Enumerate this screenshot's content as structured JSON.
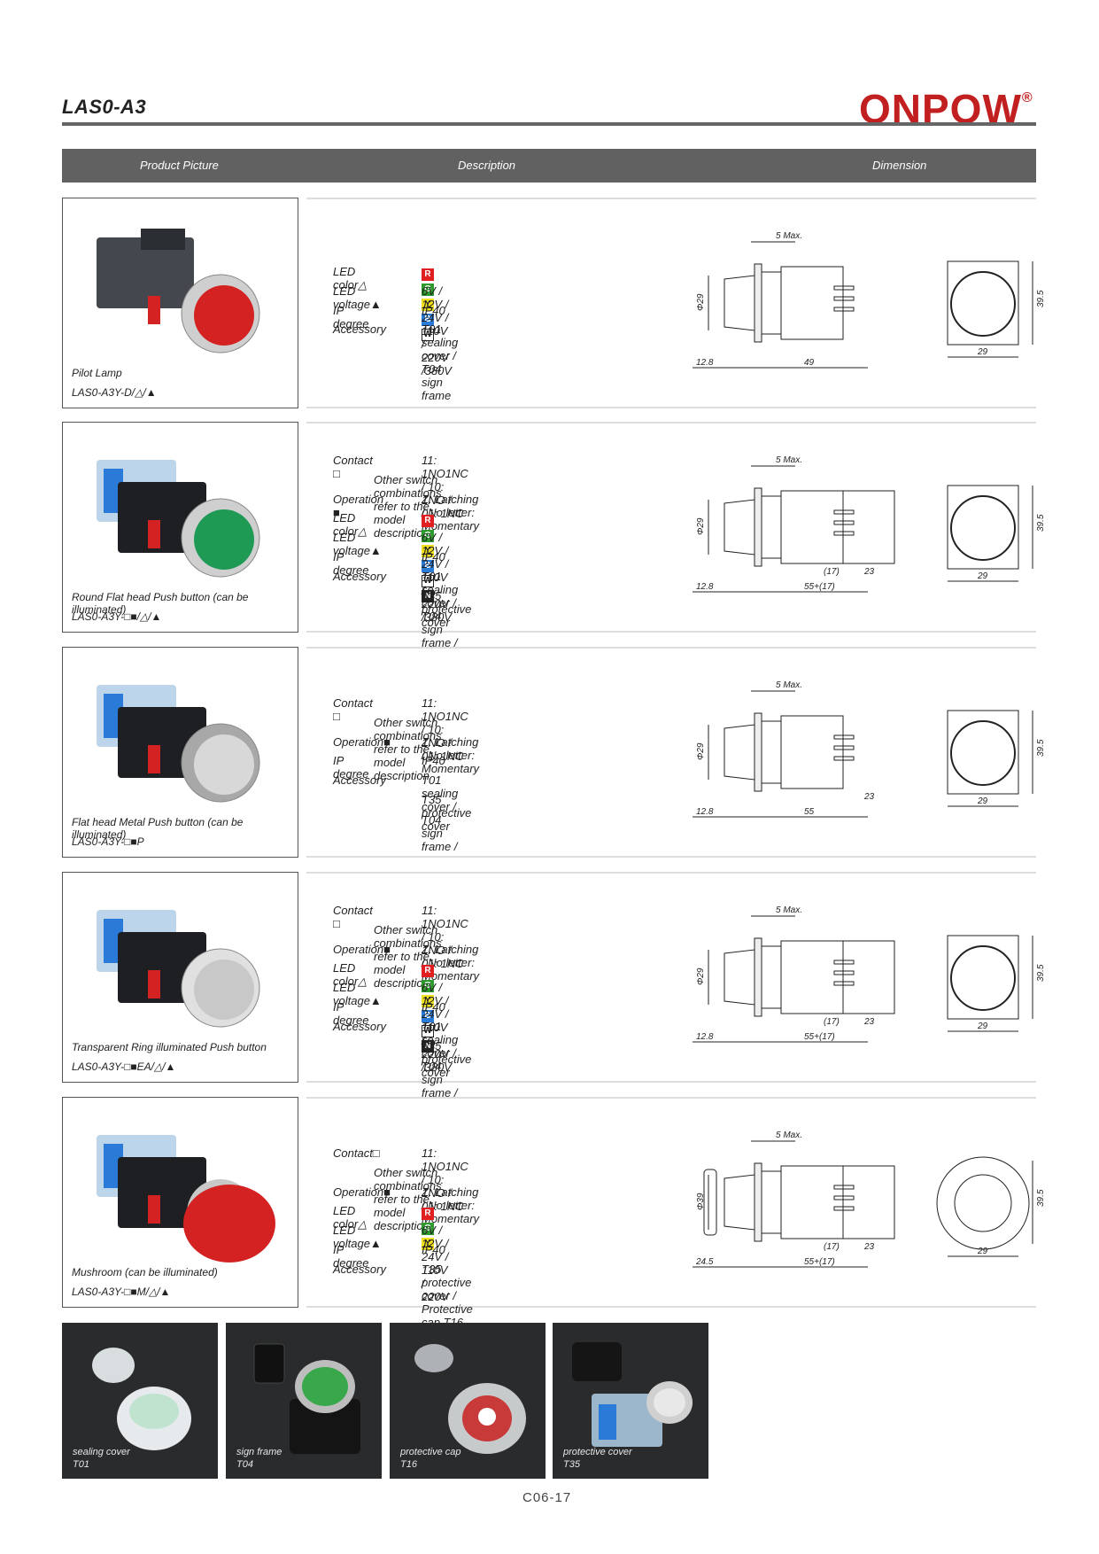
{
  "header": {
    "model": "LAS0-A3",
    "logo": "ONPOW",
    "logo_mark": "®"
  },
  "table_header": {
    "col1": "Product Picture",
    "col2": "Description",
    "col3": "Dimension"
  },
  "rows": [
    {
      "caption": "Pilot Lamp",
      "code": "LAS0-A3Y-D/△/▲",
      "specs": [
        {
          "label": "LED color△",
          "chips": [
            "R",
            "G",
            "Y",
            "B",
            "W"
          ]
        },
        {
          "label": "LED voltage▲",
          "value": "6V / 12V / 24V / 110V / 220V /380V"
        },
        {
          "label": "IP degree",
          "value": "IP40"
        },
        {
          "label": "Accessory",
          "value": "T01 sealing cover / T04 sign frame"
        }
      ],
      "dims": {
        "max": "5 Max.",
        "dia": "Φ29",
        "left": "12.8",
        "len": "49",
        "w": "29",
        "h": "39.5"
      }
    },
    {
      "caption": "Round Flat head Push button (can be illuminated)",
      "code": "LAS0-A3Y-□■/△/▲",
      "specs": [
        {
          "label": "Contact □",
          "value": "11: 1NO1NC / 10: 1NO / 01: 1NC"
        },
        {
          "other": "Other switch combinations refer to the model description"
        },
        {
          "label": "Operation ■",
          "value": "Z: Latching / No letter: Momentary"
        },
        {
          "label": "LED color△",
          "chips": [
            "R",
            "G",
            "Y",
            "B",
            "W",
            "N"
          ]
        },
        {
          "label": "LED voltage▲",
          "value": "6V / 12V / 24V / 110V / 220V /380V"
        },
        {
          "label": "IP degree",
          "value": "IP40"
        },
        {
          "label": "Accessory",
          "value": "T01 sealing cover / T04 sign frame /"
        },
        {
          "value": "T35 protective cover"
        }
      ],
      "dims": {
        "max": "5 Max.",
        "dia": "Φ29",
        "left": "12.8",
        "len": "55+(17)",
        "p17": "(17)",
        "p23": "23",
        "w": "29",
        "h": "39.5"
      }
    },
    {
      "caption": "Flat head Metal Push button (can be illuminated)",
      "code": "LAS0-A3Y-□■P",
      "specs": [
        {
          "label": "Contact □",
          "value": "11: 1NO1NC / 10: 1NO / 01: 1NC"
        },
        {
          "other": "Other switch combinations refer to the model description"
        },
        {
          "label": "Operation■",
          "value": "Z: Latching / No letter: Momentary"
        },
        {
          "label": "IP degree",
          "value": "IP40"
        },
        {
          "label": "Accessory",
          "value": "T01 sealing cover / T04 sign frame /"
        },
        {
          "value": "T35 protective cover"
        }
      ],
      "dims": {
        "max": "5 Max.",
        "dia": "Φ29",
        "left": "12.8",
        "len": "55",
        "p23": "23",
        "w": "29",
        "h": "39.5"
      }
    },
    {
      "caption": "Transparent Ring illuminated Push button",
      "code": "LAS0-A3Y-□■EA/△/▲",
      "specs": [
        {
          "label": "Contact □",
          "value": "11: 1NO1NC / 10: 1NO / 01: 1NC"
        },
        {
          "other": "Other switch combinations refer to the model description"
        },
        {
          "label": "Operation■",
          "value": "Z: Latching / No letter: Momentary"
        },
        {
          "label": "LED color△",
          "chips": [
            "R",
            "G",
            "Y",
            "B",
            "W",
            "N"
          ]
        },
        {
          "label": "LED voltage▲",
          "value": "6V / 12V / 24V / 110V / 220V /380V"
        },
        {
          "label": "IP degree",
          "value": "IP40"
        },
        {
          "label": "Accessory",
          "value": "T01 sealing cover / T04 sign frame /"
        },
        {
          "value": "T35 protective cover"
        }
      ],
      "dims": {
        "max": "5 Max.",
        "dia": "Φ29",
        "left": "12.8",
        "len": "55+(17)",
        "p17": "(17)",
        "p23": "23",
        "w": "29",
        "h": "39.5"
      }
    },
    {
      "caption": "Mushroom (can be illuminated)",
      "code": "LAS0-A3Y-□■M/△/▲",
      "specs": [
        {
          "label": "Contact□",
          "value": "11: 1NO1NC / 10: 1NO / 01: 1NC"
        },
        {
          "other": "Other switch combinations refer to the model description"
        },
        {
          "label": "Operation■",
          "value": "Z: Latching / No letter: Momentary"
        },
        {
          "label": "LED color△",
          "chips": [
            "R",
            "G",
            "Y"
          ]
        },
        {
          "label": "LED voltage▲",
          "value": "6V / 12V / 24V / 110V / 220V"
        },
        {
          "label": "IP degree",
          "value": "IP40"
        },
        {
          "label": "Accessory",
          "value": "T35 protective cover / Protective cap T16"
        }
      ],
      "dims": {
        "max": "5 Max.",
        "dia": "Φ39",
        "left": "24.5",
        "len": "55+(17)",
        "p17": "(17)",
        "p23": "23",
        "w": "29",
        "h": "39.5"
      }
    }
  ],
  "accessories": [
    {
      "name": "sealing cover",
      "code": "T01"
    },
    {
      "name": "sign frame",
      "code": "T04"
    },
    {
      "name": "protective cap",
      "code": "T16"
    },
    {
      "name": "protective cover",
      "code": "T35"
    }
  ],
  "page_number": "C06-17",
  "colors": {
    "brand": "#c22020",
    "header_bar": "#616161"
  }
}
